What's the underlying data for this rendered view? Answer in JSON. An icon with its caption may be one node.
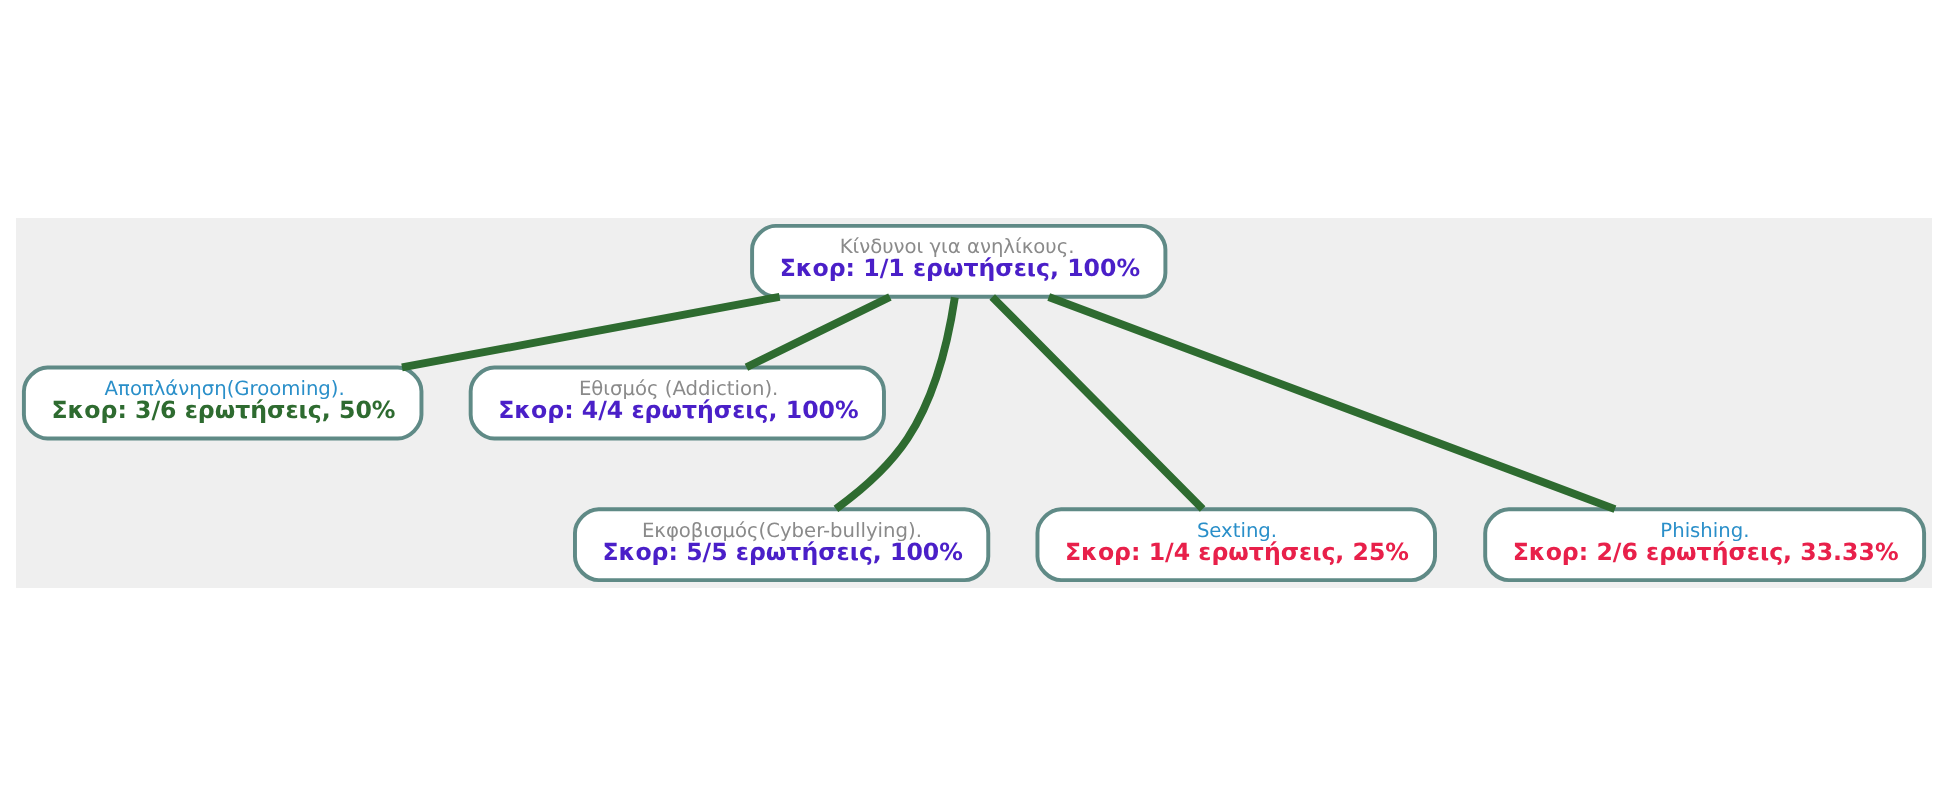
{
  "diagram": {
    "nodes": [
      {
        "text": [
          "Κίνδυνοι για ανηλίκους.",
          "Σκορ: 1/1 ερωτήσεις, 100%"
        ]
      },
      {
        "text": [
          "Αποπλάνηση(Grooming).",
          "Σκορ: 3/6 ερωτήσεις, 50%"
        ]
      },
      {
        "text": [
          "Εθισμός (Addiction).",
          "Σκορ: 4/4 ερωτήσεις, 100%"
        ]
      },
      {
        "text": [
          "Εκφοβισμός(Cyber-bullying).",
          "Σκορ: 5/5 ερωτήσεις, 100%"
        ]
      },
      {
        "text": [
          "Sexting.",
          "Σκορ: 1/4 ερωτήσεις, 25%"
        ]
      },
      {
        "text": [
          "Phishing.",
          "Σκορ: 2/6 ερωτήσεις, 33.33%"
        ]
      }
    ],
    "edges": [
      {
        "from": 0,
        "to": 1,
        "arrow": "none"
      },
      {
        "from": 0,
        "to": 3,
        "arrow": "none"
      },
      {
        "from": 0,
        "to": 4,
        "arrow": "none"
      },
      {
        "from": 0,
        "to": 5,
        "arrow": "none"
      },
      {
        "from": 0,
        "to": 2,
        "arrow": "none"
      }
    ]
  }
}
